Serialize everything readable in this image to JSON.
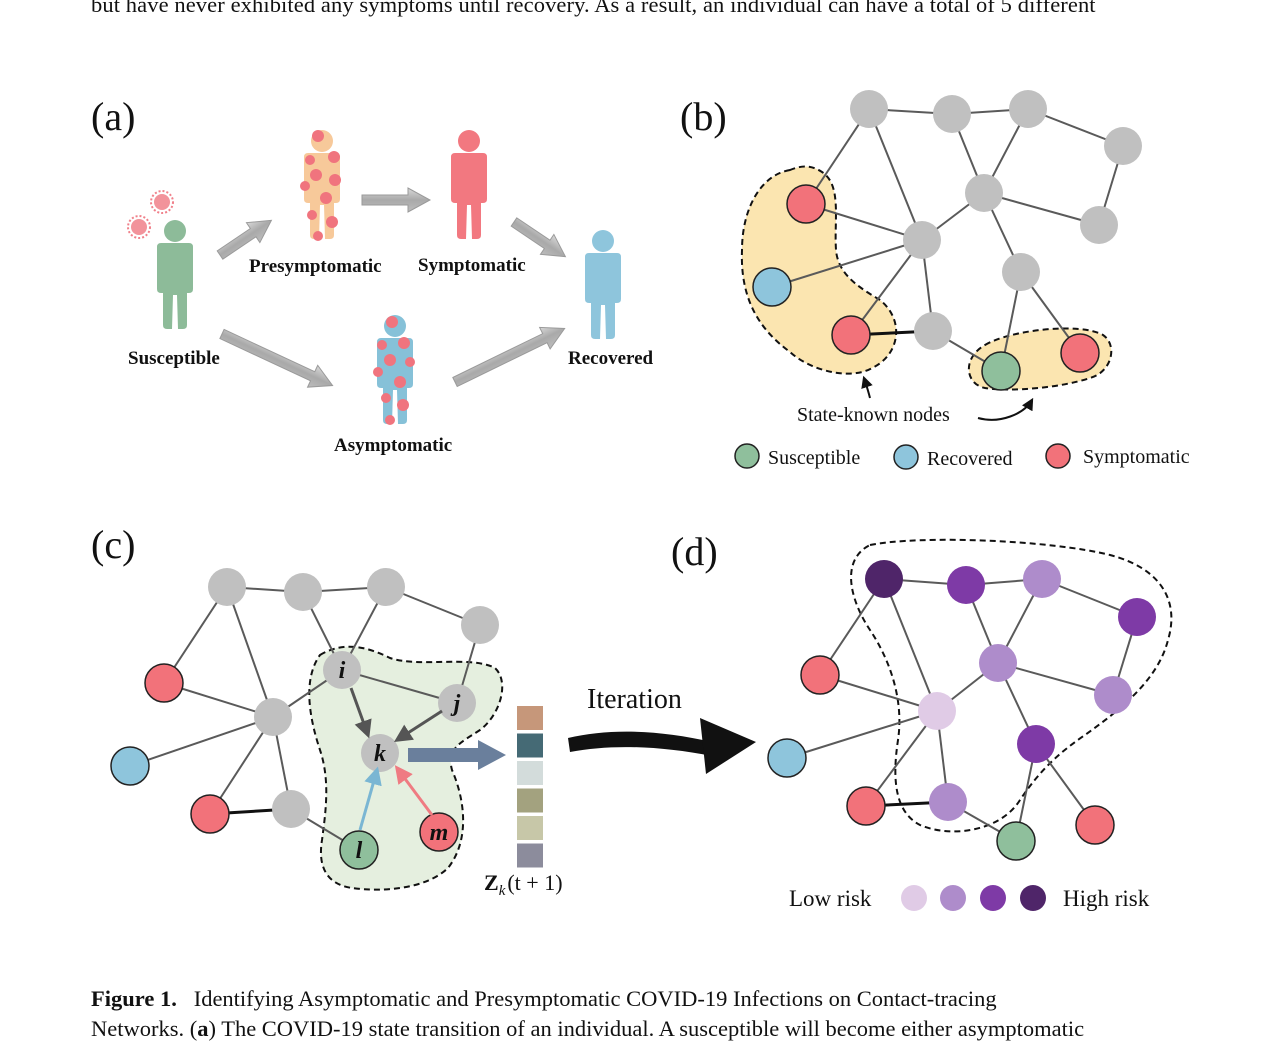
{
  "body_text_top": "but have never exhibited any symptoms until recovery. As a result, an individual can have a total of 5 different",
  "panels": {
    "a": "(a)",
    "b": "(b)",
    "c": "(c)",
    "d": "(d)"
  },
  "panel_a": {
    "susceptible": "Susceptible",
    "presymptomatic": "Presymptomatic",
    "symptomatic": "Symptomatic",
    "asymptomatic": "Asymptomatic",
    "recovered": "Recovered"
  },
  "panel_b": {
    "state_known": "State-known nodes",
    "legend": [
      {
        "label": "Susceptible",
        "color": "#8fbf9c"
      },
      {
        "label": "Recovered",
        "color": "#8ec5dc"
      },
      {
        "label": "Symptomatic",
        "color": "#f2727a"
      }
    ]
  },
  "panel_c": {
    "nodes": [
      "i",
      "j",
      "k",
      "l",
      "m"
    ],
    "vector_label_main": "Z",
    "vector_label_sub": "k",
    "vector_label_rest": "(t + 1)",
    "iteration": "Iteration",
    "vector_colors": [
      "#c6977a",
      "#456a75",
      "#d3dcdb",
      "#a3a27f",
      "#c7c7a8",
      "#8c8c9c"
    ]
  },
  "panel_d": {
    "low": "Low risk",
    "high": "High risk",
    "risk_colors": [
      "#e0cbe6",
      "#ae8ccb",
      "#7e3aa6",
      "#4f2569"
    ]
  },
  "colors": {
    "gray": "#c0c0c0",
    "susceptible": "#8fbf9c",
    "recovered": "#8ec5dc",
    "symptomatic": "#f2727a",
    "highlight": "#fbe5b0",
    "green_area": "#e5efdf",
    "arrow_blue": "#6a7f9c"
  },
  "caption": {
    "figure_label": "Figure 1.",
    "line1_rest": "Identifying Asymptomatic and Presymptomatic COVID-19 Infections on Contact-tracing",
    "line2_pre": "Networks. (",
    "line2_bold": "a",
    "line2_post": ") The COVID-19 state transition of an individual. A susceptible will become either asymptomatic"
  }
}
